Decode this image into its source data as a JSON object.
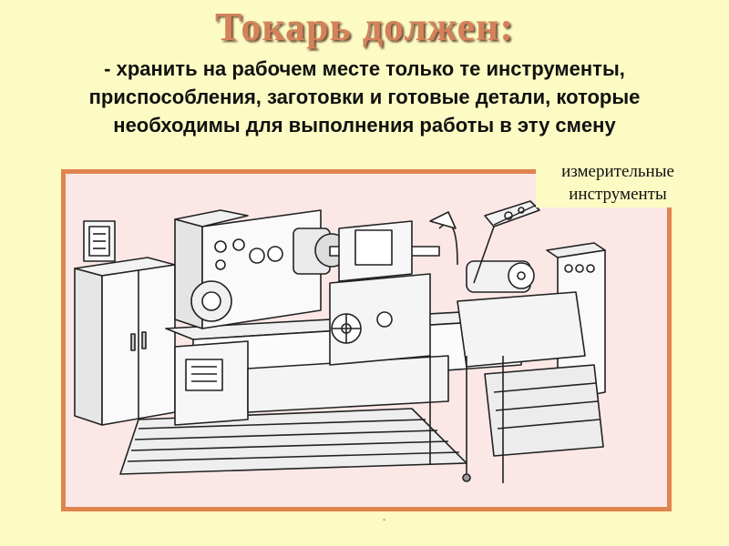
{
  "title": "Токарь должен:",
  "rule_lines": [
    "- хранить на рабочем месте только те инструменты,",
    "приспособления, заготовки и готовые детали, которые",
    "необходимы для выполнения работы в эту смену"
  ],
  "callout": {
    "line1": "измерительные",
    "line2": "инструменты"
  },
  "footer_mark": "-",
  "colors": {
    "background": "#fbfbc3",
    "frame_border": "#e0844f",
    "frame_fill": "#fbe8e6",
    "title": "#d4825a"
  }
}
